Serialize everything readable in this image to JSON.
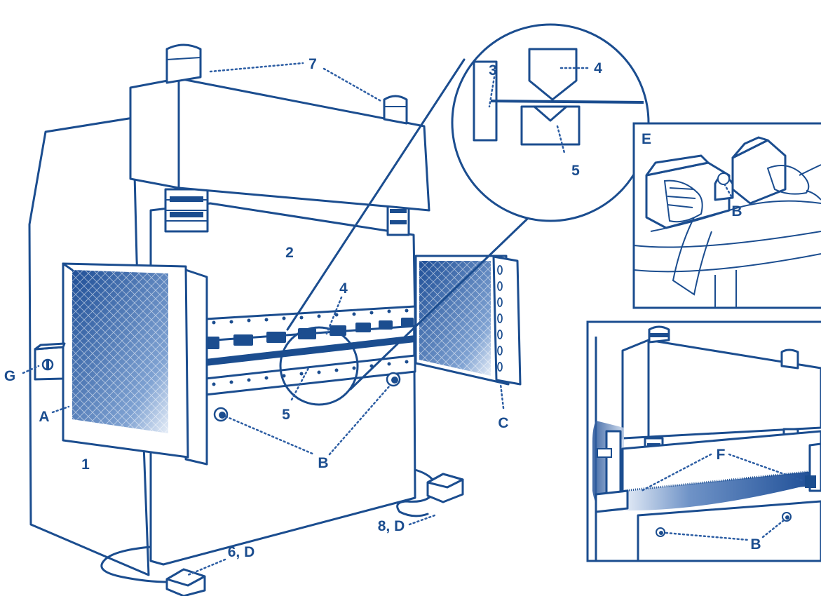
{
  "labels": {
    "l1": "1",
    "l2": "2",
    "l3": "3",
    "l4_inset": "4",
    "l4_main": "4",
    "l5_inset": "5",
    "l5_main": "5",
    "l6d": "6, D",
    "l7": "7",
    "l8d": "8, D",
    "la": "A",
    "lb_main": "B",
    "lb_e": "B",
    "lb_f": "B",
    "lc": "C",
    "le": "E",
    "lf": "F",
    "lg": "G"
  },
  "colors": {
    "primary": "#1b4d8f",
    "guard_dark": "#1f4f97",
    "guard_light": "#e7eef8"
  }
}
